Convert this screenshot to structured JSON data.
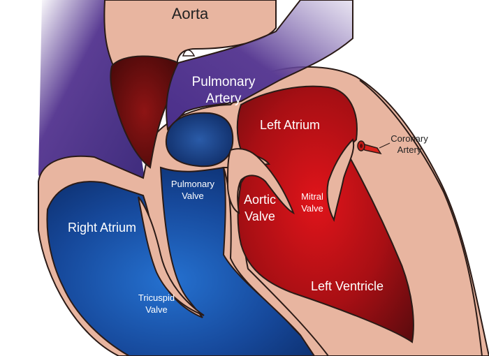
{
  "labels": {
    "aorta": "Aorta",
    "pulmonary_artery": [
      "Pulmonary",
      "Artery"
    ],
    "left_atrium": "Left Atrium",
    "coronary_artery": [
      "Coronary",
      "Artery"
    ],
    "pulmonary_valve": [
      "Pulmonary",
      "Valve"
    ],
    "aortic_valve": [
      "Aortic",
      "Valve"
    ],
    "mitral_valve": [
      "Mitral",
      "Valve"
    ],
    "right_atrium": "Right Atrium",
    "tricuspid_valve": [
      "Tricuspid",
      "Valve"
    ],
    "left_ventricle": "Left Ventricle"
  },
  "colors": {
    "tissue": "#e8b5a0",
    "tissue_outline": "#2a1a16",
    "vein_purple": "#5b3d94",
    "deoxygenated_blue": "#1d5cb0",
    "oxygenated_red": "#c40f12",
    "dark_red": "#6e0f0f",
    "coronary_red": "#d9221c",
    "label_text": "#ffffff",
    "callout_text": "#222222"
  }
}
